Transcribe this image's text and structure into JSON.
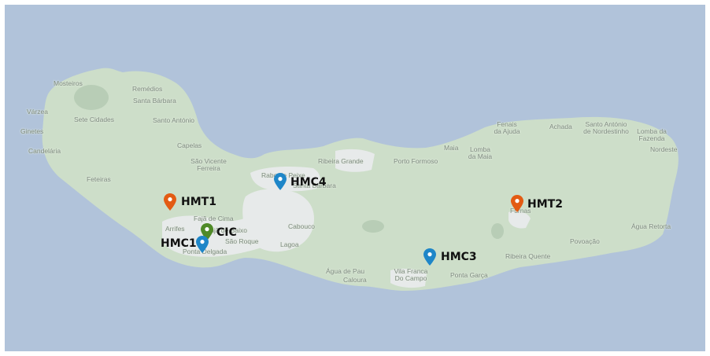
{
  "colors": {
    "sea": "#b1c3da",
    "land": "#cddec9",
    "urban": "#e7eaea",
    "pin_blue": "#1e86c8",
    "pin_orange": "#e35b13",
    "pin_green": "#4f8a27"
  },
  "places": [
    {
      "text": "Mosteiros"
    },
    {
      "text": "Remédios"
    },
    {
      "text": "Santa Bárbara"
    },
    {
      "text": "Várzea"
    },
    {
      "text": "Sete Cidades"
    },
    {
      "text": "Santo António"
    },
    {
      "text": "Ginetes"
    },
    {
      "text": "Candelária"
    },
    {
      "text": "Capelas"
    },
    {
      "text": "São Vicente\nFerreira"
    },
    {
      "text": "Feteiras"
    },
    {
      "text": "Rabo de Peixe"
    },
    {
      "text": "Santa Bárbara"
    },
    {
      "text": "Ribeira Grande"
    },
    {
      "text": "Porto Formoso"
    },
    {
      "text": "Maia"
    },
    {
      "text": "Lomba\nda Maia"
    },
    {
      "text": "Fenais\nda Ajuda"
    },
    {
      "text": "Achada"
    },
    {
      "text": "Santo António\nde Nordestinho"
    },
    {
      "text": "Lomba da\nFazenda"
    },
    {
      "text": "Nordeste"
    },
    {
      "text": "Fajã de Cima"
    },
    {
      "text": "Arrifes"
    },
    {
      "text": "Fajã de Baixo"
    },
    {
      "text": "São Roque"
    },
    {
      "text": "Ponta Delgada"
    },
    {
      "text": "Cabouco"
    },
    {
      "text": "Lagoa"
    },
    {
      "text": "Água de Pau"
    },
    {
      "text": "Caloura"
    },
    {
      "text": "Vila Franca\nDo Campo"
    },
    {
      "text": "Ponta Garça"
    },
    {
      "text": "Ribeira Quente"
    },
    {
      "text": "Povoação"
    },
    {
      "text": "Furnas"
    },
    {
      "text": "Água Retorta"
    }
  ],
  "markers": [
    {
      "id": "HMT1",
      "label": "HMT1",
      "color": "orange"
    },
    {
      "id": "HMC4",
      "label": "HMC4",
      "color": "blue"
    },
    {
      "id": "HMT2",
      "label": "HMT2",
      "color": "orange"
    },
    {
      "id": "CIC",
      "label": "CIC",
      "color": "green"
    },
    {
      "id": "HMC1",
      "label": "HMC1",
      "color": "blue"
    },
    {
      "id": "HMC3",
      "label": "HMC3",
      "color": "blue"
    }
  ]
}
